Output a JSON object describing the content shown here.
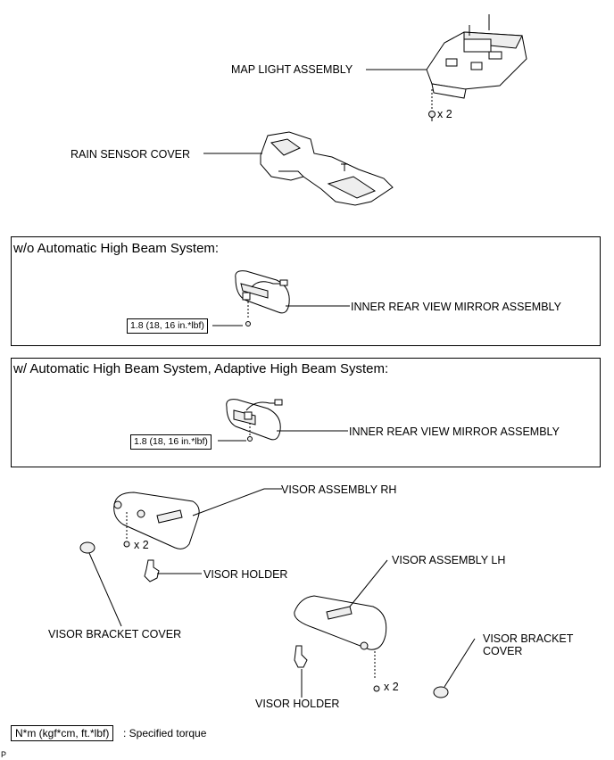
{
  "labels": {
    "map_light": "MAP LIGHT ASSEMBLY",
    "rain_sensor": "RAIN SENSOR COVER",
    "mirror_1": "INNER REAR VIEW MIRROR ASSEMBLY",
    "mirror_2": "INNER REAR VIEW MIRROR ASSEMBLY",
    "visor_rh": "VISOR ASSEMBLY RH",
    "visor_holder_1": "VISOR HOLDER",
    "visor_bracket_cover_1": "VISOR BRACKET COVER",
    "visor_lh": "VISOR ASSEMBLY LH",
    "visor_bracket_cover_2_line1": "VISOR BRACKET",
    "visor_bracket_cover_2_line2": "COVER",
    "visor_holder_2": "VISOR HOLDER"
  },
  "boxes": {
    "without_ahb": "w/o Automatic High Beam System:",
    "with_ahb": "w/ Automatic High Beam System, Adaptive High Beam System:"
  },
  "quantities": {
    "map_light_screws": "x 2",
    "visor_rh_screws": "x 2",
    "visor_lh_screws": "x 2"
  },
  "torques": {
    "mirror_1": "1.8 (18, 16 in.*lbf)",
    "mirror_2": "1.8 (18, 16 in.*lbf)"
  },
  "legend": {
    "unit": "N*m (kgf*cm, ft.*lbf)",
    "description": ": Specified torque"
  },
  "corner_mark": "P"
}
